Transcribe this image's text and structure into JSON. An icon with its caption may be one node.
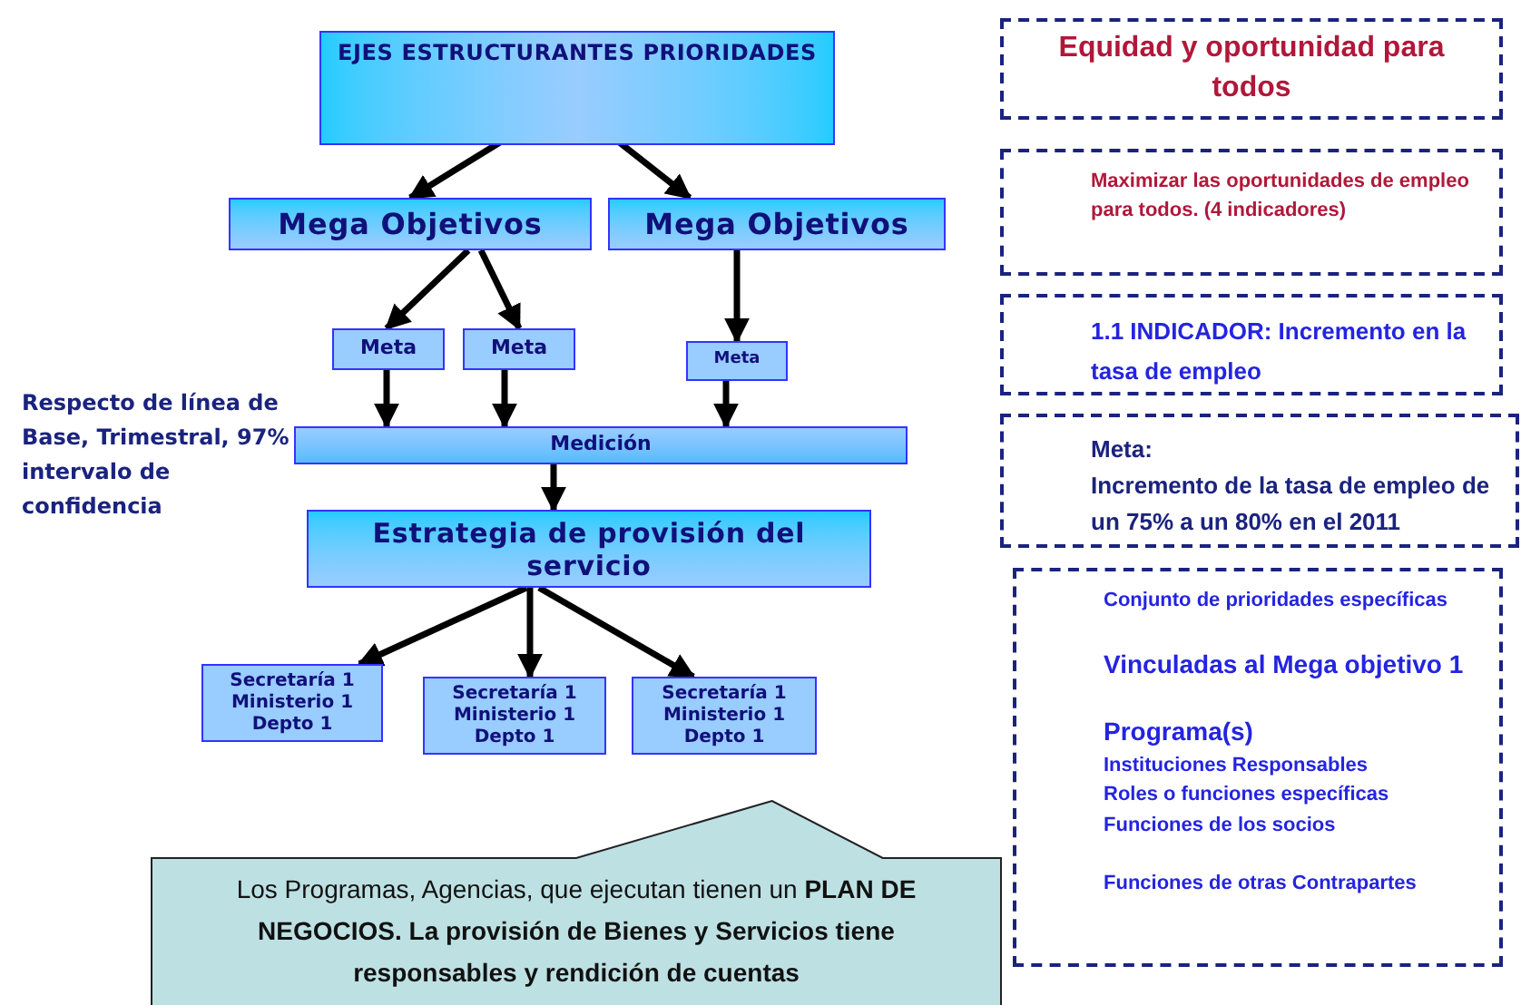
{
  "diagram": {
    "nodes": [
      {
        "text": [
          "EJES ESTRUCTURANTES PRIORIDADES"
        ]
      },
      {
        "text": [
          "Mega Objetivos"
        ]
      },
      {
        "text": [
          "Mega Objetivos"
        ]
      },
      {
        "text": [
          "Meta"
        ]
      },
      {
        "text": [
          "Meta"
        ]
      },
      {
        "text": [
          "Meta"
        ]
      },
      {
        "text": [
          "Medición"
        ]
      },
      {
        "text": [
          "Estrategia de provisión del servicio"
        ]
      },
      {
        "text": [
          "Secretaría 1 Ministerio 1 Depto 1"
        ]
      },
      {
        "text": [
          "Secretaría 1 Ministerio 1 Depto 1"
        ]
      },
      {
        "text": [
          "Secretaría 1 Ministerio 1 Depto 1"
        ]
      },
      {
        "text": [
          "Los Programas, Agencias, que ejecutan tienen un **PLAN DE NEGOCIOS. La provisión de Bienes y Servicios tiene responsables y rendición de cuentas**"
        ]
      },
      {
        "text": [
          "Equidad y oportunidad para todos"
        ]
      },
      {
        "text": [
          "Maximizar las oportunidades de empleo para todos. (4 indicadores)"
        ]
      },
      {
        "text": [
          "1.1 INDICADOR: Incremento en la tasa de  empleo"
        ]
      },
      {
        "text": [
          "Meta:",
          "Incremento de la tasa de empleo de un 75% a un 80% en el 2011"
        ]
      },
      {
        "text": [
          "Conjunto de prioridades específicas",
          "Vinculadas al  Mega objetivo 1",
          "Programa(s)",
          "Instituciones Responsables",
          "Roles o funciones específicas",
          "Funciones de los socios",
          "Funciones de otras Contrapartes"
        ]
      }
    ],
    "edges": [
      {
        "from": 0,
        "to": 1,
        "arrow": "to"
      },
      {
        "from": 0,
        "to": 2,
        "arrow": "to"
      },
      {
        "from": 1,
        "to": 3,
        "arrow": "to"
      },
      {
        "from": 1,
        "to": 4,
        "arrow": "to"
      },
      {
        "from": 2,
        "to": 5,
        "arrow": "to"
      },
      {
        "from": 3,
        "to": 6,
        "arrow": "to"
      },
      {
        "from": 4,
        "to": 6,
        "arrow": "to"
      },
      {
        "from": 5,
        "to": 6,
        "arrow": "to"
      },
      {
        "from": 6,
        "to": 7,
        "arrow": "to"
      },
      {
        "from": 7,
        "to": 8,
        "arrow": "to"
      },
      {
        "from": 7,
        "to": 9,
        "arrow": "to"
      },
      {
        "from": 7,
        "to": 10,
        "arrow": "to"
      }
    ],
    "labels": [
      "Respecto de línea de Base, Trimestral, 97% intervalo de confidencia"
    ]
  }
}
